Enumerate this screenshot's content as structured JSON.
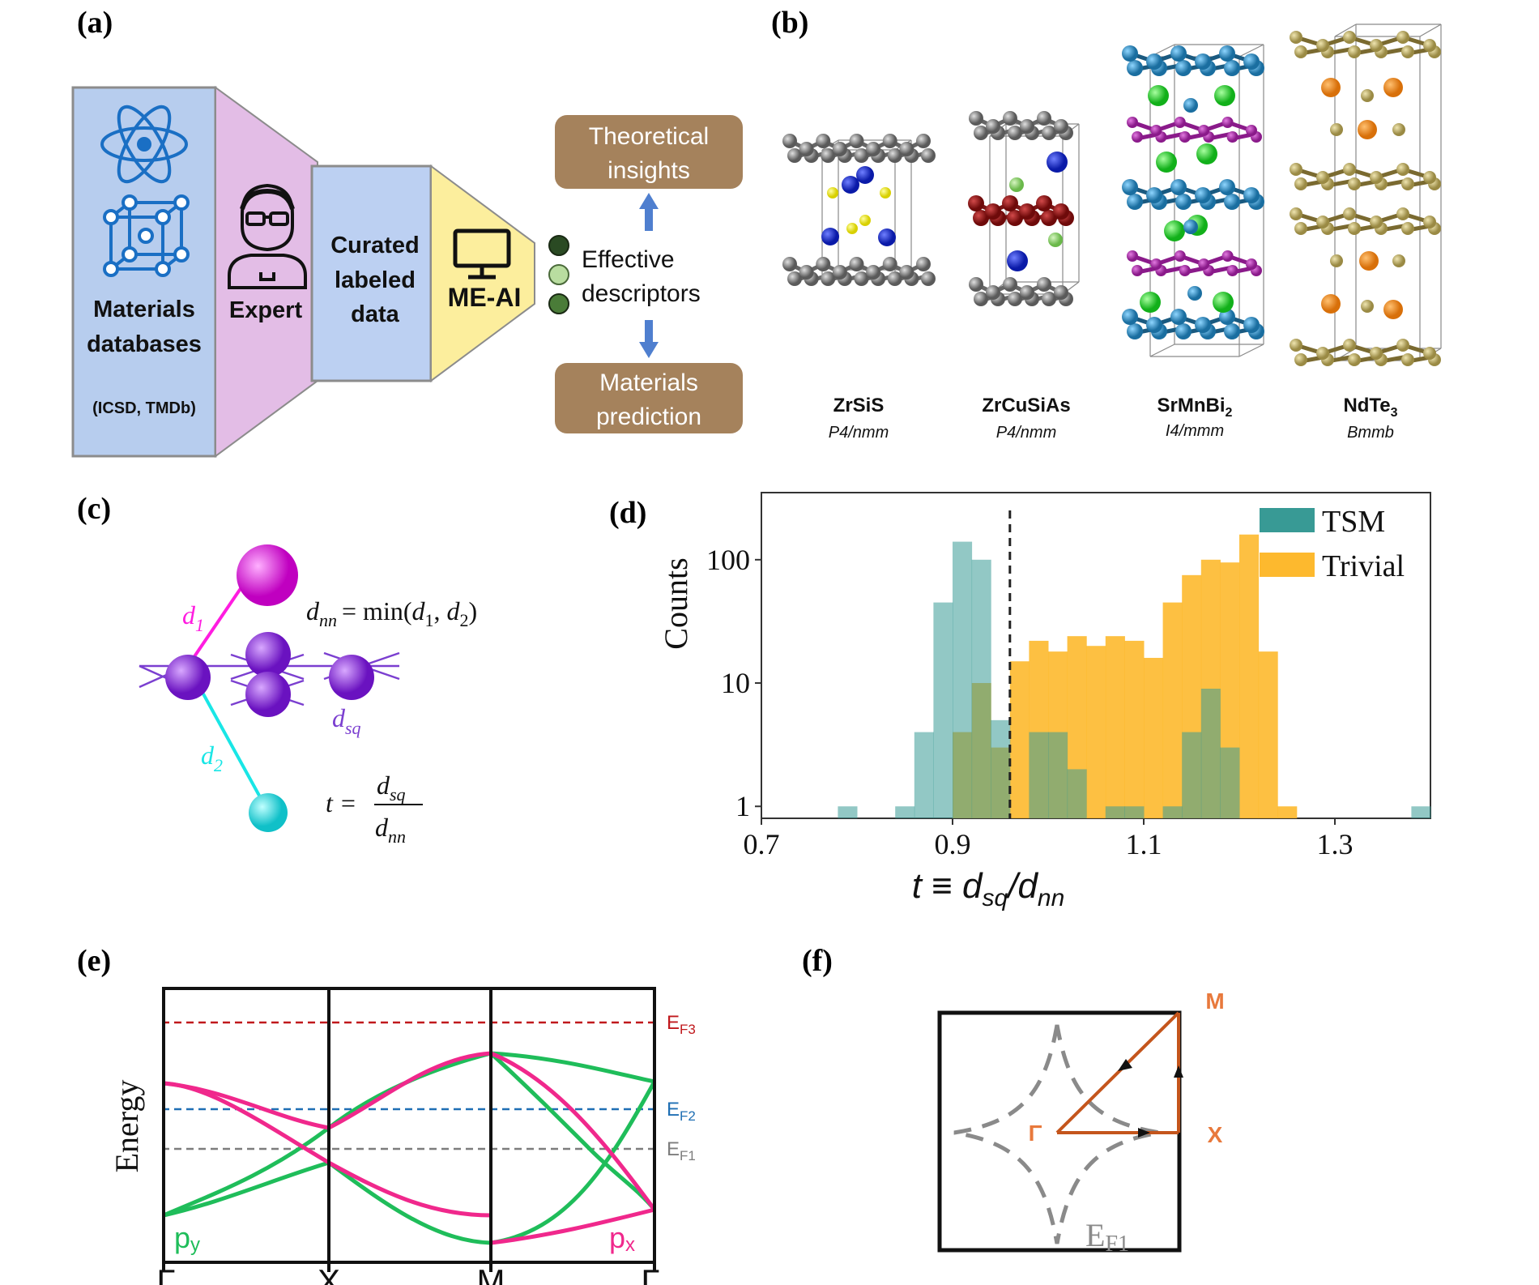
{
  "panel_labels": {
    "a": "(a)",
    "b": "(b)",
    "c": "(c)",
    "d": "(d)",
    "e": "(e)",
    "f": "(f)"
  },
  "panel_a": {
    "databases_label_1": "Materials",
    "databases_label_2": "databases",
    "databases_sources": "(ICSD, TMDb)",
    "expert_label": "Expert",
    "curated_1": "Curated",
    "curated_2": "labeled",
    "curated_3": "data",
    "meai_label": "ME-AI",
    "theory_1": "Theoretical",
    "theory_2": "insights",
    "descriptors_1": "Effective",
    "descriptors_2": "descriptors",
    "prediction_1": "Materials",
    "prediction_2": "prediction",
    "colors": {
      "databases": "#b7cdee",
      "expert": "#e7bde6",
      "curated": "#bcd0f2",
      "meai": "#fcee9d",
      "output_box": "#a5825c",
      "arrow": "#4f7fcf"
    }
  },
  "panel_b": {
    "structures": [
      {
        "name": "ZrSiS",
        "group": "P4/nmm"
      },
      {
        "name": "ZrCuSiAs",
        "group": "P4/nmm"
      },
      {
        "name": "SrMnBi",
        "sub": "2",
        "group": "I4/mmm"
      },
      {
        "name": "NdTe",
        "sub": "3",
        "group": "Bmmb"
      }
    ]
  },
  "panel_c": {
    "d1": "d",
    "d1_sub": "1",
    "d2": "d",
    "d2_sub": "2",
    "dsq": "d",
    "dsq_sub": "sq",
    "dnn_def": "= min(",
    "t_def": "t ="
  },
  "chart_data": {
    "type": "bar",
    "xlabel": "t ≡ d_sq/d_nn",
    "ylabel": "Counts",
    "yscale": "log",
    "xlim": [
      0.7,
      1.4
    ],
    "ylim": [
      0.8,
      350
    ],
    "x_ticks": [
      "0.7",
      "0.9",
      "1.1",
      "1.3"
    ],
    "y_ticks": [
      "1",
      "10",
      "100"
    ],
    "bin_width": 0.02,
    "threshold": 0.96,
    "legend_position": "top-right",
    "series": [
      {
        "name": "TSM",
        "color": "#389a95",
        "bins": [
          [
            0.78,
            1
          ],
          [
            0.84,
            1
          ],
          [
            0.86,
            4
          ],
          [
            0.88,
            45
          ],
          [
            0.9,
            140
          ],
          [
            0.92,
            100
          ],
          [
            0.94,
            5
          ],
          [
            0.98,
            4
          ],
          [
            1.0,
            4
          ],
          [
            1.02,
            2
          ],
          [
            1.06,
            1
          ],
          [
            1.08,
            1
          ],
          [
            1.12,
            1
          ],
          [
            1.14,
            4
          ],
          [
            1.16,
            9
          ],
          [
            1.18,
            3
          ],
          [
            1.38,
            1
          ]
        ]
      },
      {
        "name": "Trivial",
        "color": "#fdb92e",
        "bins": [
          [
            0.9,
            4
          ],
          [
            0.92,
            10
          ],
          [
            0.94,
            3
          ],
          [
            0.96,
            15
          ],
          [
            0.98,
            22
          ],
          [
            1.0,
            18
          ],
          [
            1.02,
            24
          ],
          [
            1.04,
            20
          ],
          [
            1.06,
            24
          ],
          [
            1.08,
            22
          ],
          [
            1.1,
            16
          ],
          [
            1.12,
            45
          ],
          [
            1.14,
            75
          ],
          [
            1.16,
            100
          ],
          [
            1.18,
            95
          ],
          [
            1.2,
            160
          ],
          [
            1.22,
            18
          ],
          [
            1.24,
            1
          ],
          [
            1.26,
            0
          ]
        ]
      }
    ]
  },
  "panel_e": {
    "ylabel": "Energy",
    "x_ticks": [
      "Γ",
      "X",
      "M",
      "Γ"
    ],
    "ef3": "E",
    "ef3_sub": "F3",
    "ef2": "E",
    "ef2_sub": "F2",
    "ef1": "E",
    "ef1_sub": "F1",
    "py": "p",
    "py_sub": "y",
    "px": "p",
    "px_sub": "x",
    "colors": {
      "py": "#1fbd5a",
      "px": "#f0288c",
      "ef3": "#c0181c",
      "ef2": "#1f6fb4",
      "ef1": "#7d7d7d"
    }
  },
  "panel_f": {
    "M": "M",
    "X": "X",
    "G": "Γ",
    "ef1": "E",
    "ef1_sub": "F1",
    "colors": {
      "path": "#c4551c",
      "label": "#e8793c",
      "fermi": "#8a8a8a"
    }
  }
}
